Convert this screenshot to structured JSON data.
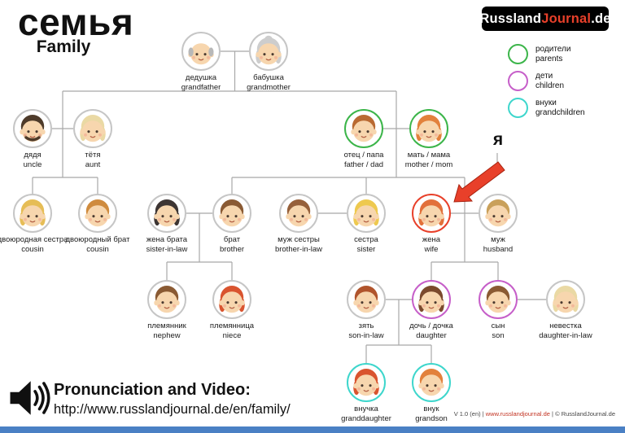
{
  "title": {
    "ru": "семья",
    "en": "Family"
  },
  "logo": {
    "part1": "Russland",
    "part2": "Journal",
    "part3": ".de"
  },
  "legend": [
    {
      "ru": "родители",
      "en": "parents",
      "color": "#3cb54a"
    },
    {
      "ru": "дети",
      "en": "children",
      "color": "#c65fc9"
    },
    {
      "ru": "внуки",
      "en": "grandchildren",
      "color": "#3ed6cc"
    }
  ],
  "me_label": "я",
  "arrow_color": "#e8402a",
  "footer": {
    "heading": "Pronunciation and Video:",
    "url": "http://www.russlandjournal.de/en/family/",
    "credit_version": "V 1.0 (en) | ",
    "credit_site": "www.russlandjournal.de",
    "credit_copyright": " | © RusslandJournal.de"
  },
  "nodes": [
    {
      "id": "grandfather",
      "ru": "дедушка",
      "en": "grandfather",
      "hair": "#b8b8b8",
      "style": "grandpa",
      "ring": "#c6c6c6"
    },
    {
      "id": "grandmother",
      "ru": "бабушка",
      "en": "grandmother",
      "hair": "#cdcdcd",
      "style": "grandma",
      "ring": "#c6c6c6"
    },
    {
      "id": "uncle",
      "ru": "дядя",
      "en": "uncle",
      "hair": "#4e3b2a",
      "style": "beard",
      "ring": "#c6c6c6"
    },
    {
      "id": "aunt",
      "ru": "тётя",
      "en": "aunt",
      "hair": "#ead9a4",
      "style": "female",
      "ring": "#c6c6c6"
    },
    {
      "id": "father",
      "ru": "отец / папа",
      "en": "father / dad",
      "hair": "#b96a32",
      "style": "male",
      "ring": "#3cb54a"
    },
    {
      "id": "mother",
      "ru": "мать / мама",
      "en": "mother / mom",
      "hair": "#e2813c",
      "style": "female",
      "ring": "#3cb54a"
    },
    {
      "id": "cousin-female",
      "ru": "двоюродная сестра",
      "en": "cousin",
      "hair": "#e6bd56",
      "style": "female",
      "ring": "#c6c6c6"
    },
    {
      "id": "cousin-male",
      "ru": "двоюродный брат",
      "en": "cousin",
      "hair": "#cf8b3e",
      "style": "male",
      "ring": "#c6c6c6"
    },
    {
      "id": "sister-in-law",
      "ru": "жена брата",
      "en": "sister-in-law",
      "hair": "#3d3533",
      "style": "female",
      "ring": "#c6c6c6"
    },
    {
      "id": "brother",
      "ru": "брат",
      "en": "brother",
      "hair": "#8a5a33",
      "style": "male",
      "ring": "#c6c6c6"
    },
    {
      "id": "brother-in-law",
      "ru": "муж сестры",
      "en": "brother-in-law",
      "hair": "#96603a",
      "style": "male",
      "ring": "#c6c6c6"
    },
    {
      "id": "sister",
      "ru": "сестра",
      "en": "sister",
      "hair": "#eec94f",
      "style": "female",
      "ring": "#c6c6c6"
    },
    {
      "id": "wife",
      "ru": "жена",
      "en": "wife",
      "hair": "#e2703a",
      "style": "female",
      "ring": "#e8402a"
    },
    {
      "id": "husband",
      "ru": "муж",
      "en": "husband",
      "hair": "#c9a05a",
      "style": "male",
      "ring": "#c6c6c6"
    },
    {
      "id": "nephew",
      "ru": "племянник",
      "en": "nephew",
      "hair": "#8a5a33",
      "style": "male",
      "ring": "#c6c6c6"
    },
    {
      "id": "niece",
      "ru": "племянница",
      "en": "niece",
      "hair": "#d9542f",
      "style": "female",
      "ring": "#c6c6c6"
    },
    {
      "id": "son-in-law",
      "ru": "зять",
      "en": "son-in-law",
      "hair": "#b0542c",
      "style": "male",
      "ring": "#c6c6c6"
    },
    {
      "id": "daughter",
      "ru": "дочь / дочка",
      "en": "daughter",
      "hair": "#7b4a2d",
      "style": "female",
      "ring": "#c65fc9"
    },
    {
      "id": "son",
      "ru": "сын",
      "en": "son",
      "hair": "#8a5a33",
      "style": "male",
      "ring": "#c65fc9"
    },
    {
      "id": "daughter-in-law",
      "ru": "невестка",
      "en": "daughter-in-law",
      "hair": "#ead9a4",
      "style": "female",
      "ring": "#c6c6c6"
    },
    {
      "id": "granddaughter",
      "ru": "внучка",
      "en": "granddaughter",
      "hair": "#d9542f",
      "style": "female",
      "ring": "#3ed6cc"
    },
    {
      "id": "grandson",
      "ru": "внук",
      "en": "grandson",
      "hair": "#e2813c",
      "style": "male",
      "ring": "#3ed6cc"
    }
  ]
}
